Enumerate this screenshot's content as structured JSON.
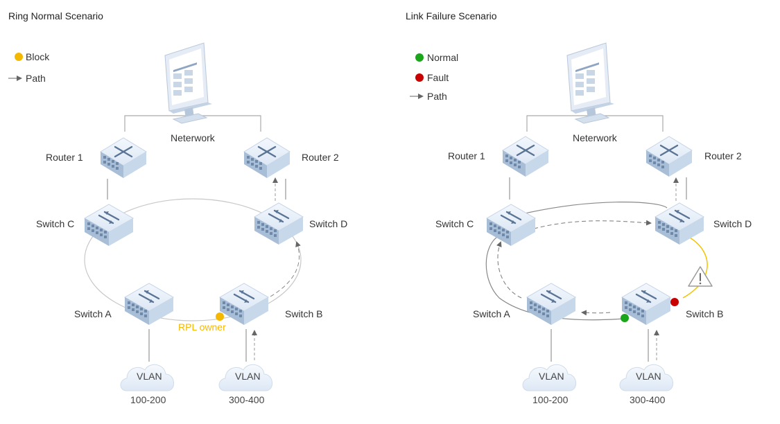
{
  "colors": {
    "block": "#F5B800",
    "normal": "#1AA51A",
    "fault": "#C80000",
    "ring": "#B5B5B5",
    "ring_dark": "#888888",
    "fault_link": "#F3C200",
    "text": "#333333"
  },
  "panels": [
    {
      "title": "Ring Normal Scenario",
      "legend": [
        {
          "kind": "dot",
          "color": "#F5B800",
          "label": "Block"
        },
        {
          "kind": "arrow",
          "label": "Path"
        }
      ],
      "network_label": "Neterwork",
      "router1_label": "Router 1",
      "router2_label": "Router 2",
      "switch_c_label": "Switch C",
      "switch_d_label": "Switch D",
      "switch_a_label": "Switch A",
      "switch_b_label": "Switch B",
      "rpl_label": "RPL owner",
      "vlan1_label": "VLAN",
      "vlan1_range": "100-200",
      "vlan2_label": "VLAN",
      "vlan2_range": "300-400"
    },
    {
      "title": "Link Failure Scenario",
      "legend": [
        {
          "kind": "dot",
          "color": "#1AA51A",
          "label": "Normal"
        },
        {
          "kind": "dot",
          "color": "#C80000",
          "label": "Fault"
        },
        {
          "kind": "arrow",
          "label": "Path"
        }
      ],
      "network_label": "Neterwork",
      "router1_label": "Router 1",
      "router2_label": "Router 2",
      "switch_c_label": "Switch C",
      "switch_d_label": "Switch D",
      "switch_a_label": "Switch A",
      "switch_b_label": "Switch B",
      "vlan1_label": "VLAN",
      "vlan1_range": "100-200",
      "vlan2_label": "VLAN",
      "vlan2_range": "300-400"
    }
  ]
}
